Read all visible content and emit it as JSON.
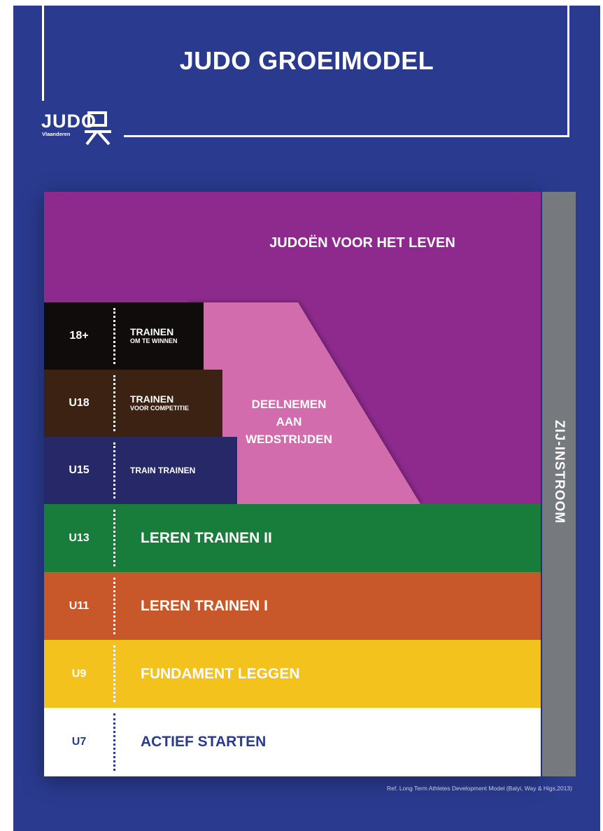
{
  "title": "JUDO GROEIMODEL",
  "logo": {
    "name": "JUDO",
    "sub": "Vlaanderen"
  },
  "top_stage": {
    "label": "JUDOËN VOOR HET LEVEN",
    "color": "#8e2a8e"
  },
  "competition": {
    "lines": [
      "DEELNEMEN",
      "AAN",
      "WEDSTRIJDEN"
    ],
    "color": "#d36cad"
  },
  "side": {
    "label": "ZIJ-INSTROOM",
    "color": "#76797e"
  },
  "upper_stages": [
    {
      "stage": "18+",
      "title": "TRAINEN",
      "subtitle": "OM TE WINNEN",
      "color": "#100c0c"
    },
    {
      "stage": "U18",
      "title": "TRAINEN",
      "subtitle": "VOOR COMPETITIE",
      "color": "#3b2213"
    },
    {
      "stage": "U15",
      "title": "TRAIN TRAINEN",
      "subtitle": "",
      "color": "#262868"
    }
  ],
  "lower_stages": [
    {
      "stage": "U13",
      "label": "LEREN TRAINEN II",
      "color": "#187c3a",
      "text_color": "#ffffff"
    },
    {
      "stage": "U11",
      "label": "LEREN TRAINEN I",
      "color": "#c8582a",
      "text_color": "#ffffff"
    },
    {
      "stage": "U9",
      "label": "FUNDAMENT LEGGEN",
      "color": "#f4c21c",
      "text_color": "#ffffff"
    },
    {
      "stage": "U7",
      "label": "ACTIEF STARTEN",
      "color": "#ffffff",
      "text_color": "#2a3a8e"
    }
  ],
  "reference": "Ref. Long Term Athletes Development Model (Balyi, Way & Higs,2013)"
}
